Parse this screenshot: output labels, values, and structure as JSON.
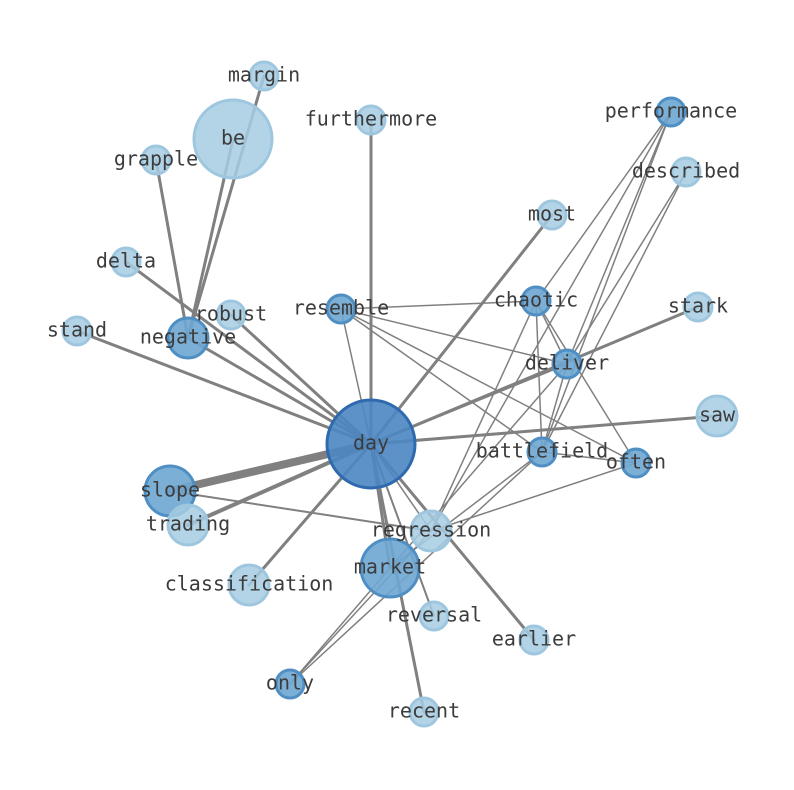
{
  "nodes": [
    {
      "id": "day",
      "label": "day"
    },
    {
      "id": "be",
      "label": "be"
    },
    {
      "id": "margin",
      "label": "margin"
    },
    {
      "id": "furthermore",
      "label": "furthermore"
    },
    {
      "id": "grapple",
      "label": "grapple"
    },
    {
      "id": "delta",
      "label": "delta"
    },
    {
      "id": "stand",
      "label": "stand"
    },
    {
      "id": "negative",
      "label": "negative"
    },
    {
      "id": "robust",
      "label": "robust"
    },
    {
      "id": "resemble",
      "label": "resemble"
    },
    {
      "id": "chaotic",
      "label": "chaotic"
    },
    {
      "id": "most",
      "label": "most"
    },
    {
      "id": "performance",
      "label": "performance"
    },
    {
      "id": "described",
      "label": "described"
    },
    {
      "id": "stark",
      "label": "stark"
    },
    {
      "id": "deliver",
      "label": "deliver"
    },
    {
      "id": "saw",
      "label": "saw"
    },
    {
      "id": "battlefield",
      "label": "battlefield"
    },
    {
      "id": "often",
      "label": "often"
    },
    {
      "id": "slope",
      "label": "slope"
    },
    {
      "id": "trading",
      "label": "trading"
    },
    {
      "id": "regression",
      "label": "regression"
    },
    {
      "id": "market",
      "label": "market"
    },
    {
      "id": "classification",
      "label": "classification"
    },
    {
      "id": "reversal",
      "label": "reversal"
    },
    {
      "id": "earlier",
      "label": "earlier"
    },
    {
      "id": "only",
      "label": "only"
    },
    {
      "id": "recent",
      "label": "recent"
    }
  ]
}
